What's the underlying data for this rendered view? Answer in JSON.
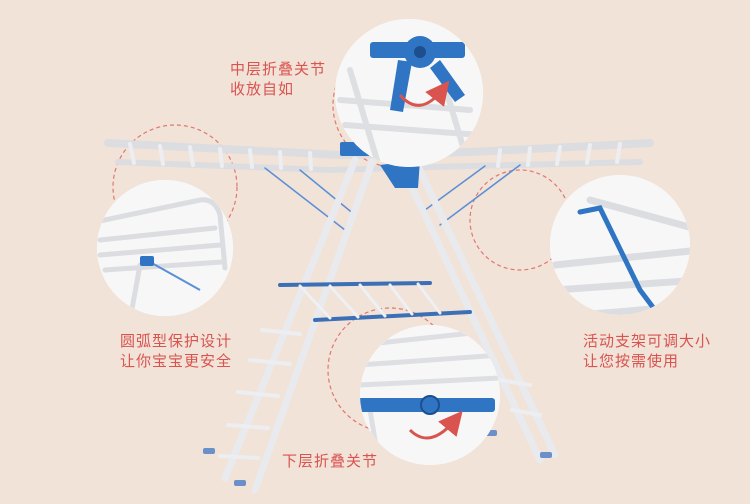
{
  "captions": {
    "middle_joint": {
      "line1": "中层折叠关节",
      "line2": "收放自如"
    },
    "rounded_guard": {
      "line1": "圆弧型保护设计",
      "line2": "让你宝宝更安全"
    },
    "adjustable_arm": {
      "line1": "活动支架可调大小",
      "line2": "让您按需使用"
    },
    "lower_joint": {
      "line1": "下层折叠关节"
    }
  },
  "colors": {
    "background": "#f1e3d8",
    "caption_text": "#d9534f",
    "frame_white": "#e6e7ea",
    "joint_blue": "#2f75c4",
    "arrow_red": "#d9534f"
  }
}
